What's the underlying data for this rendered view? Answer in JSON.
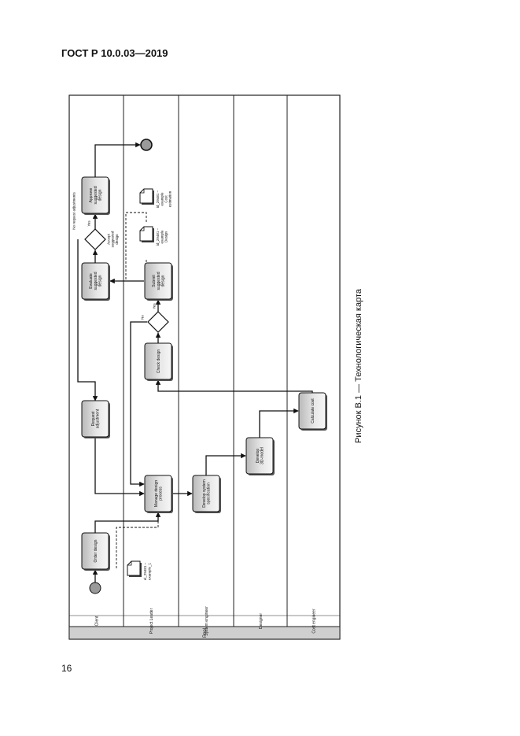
{
  "document": {
    "header": "ГОСТ Р 10.0.03—2019",
    "page_number": "16",
    "figure_caption": "Рисунок В.1 — Технологическая карта"
  },
  "diagram": {
    "pool_label": "Pool",
    "lanes": [
      {
        "id": "client",
        "label": "Client"
      },
      {
        "id": "leader",
        "label": "Project Leader"
      },
      {
        "id": "sys",
        "label": "System engineer"
      },
      {
        "id": "designer",
        "label": "Designer"
      },
      {
        "id": "cost",
        "label": "Cost engineer"
      }
    ],
    "tasks": [
      {
        "id": "order",
        "lines": [
          "Order design"
        ]
      },
      {
        "id": "request",
        "lines": [
          "Request",
          "adjustment"
        ]
      },
      {
        "id": "evaluate",
        "lines": [
          "Evaluate",
          "suggested",
          "design"
        ]
      },
      {
        "id": "approve",
        "lines": [
          "Approve",
          "suggested",
          "design"
        ]
      },
      {
        "id": "manage",
        "lines": [
          "Manage design",
          "process"
        ]
      },
      {
        "id": "check",
        "lines": [
          "Check design"
        ]
      },
      {
        "id": "submit",
        "lines": [
          "Submit",
          "suggested",
          "design"
        ]
      },
      {
        "id": "spec",
        "lines": [
          "Develop system",
          "specification"
        ]
      },
      {
        "id": "model",
        "lines": [
          "Develop",
          "3D-model"
        ]
      },
      {
        "id": "calc",
        "lines": [
          "Calculate cost"
        ]
      }
    ],
    "gateways": [
      {
        "id": "accept",
        "lines": [
          "Accept",
          "suggested",
          "design"
        ]
      },
      {
        "id": "checkgw",
        "lines": []
      }
    ],
    "data_objects": [
      {
        "id": "d1",
        "lines": [
          "el_29481 –",
          "example_1"
        ]
      },
      {
        "id": "d2",
        "lines": [
          "id_29481 –",
          "example",
          "Design"
        ]
      },
      {
        "id": "d3",
        "lines": [
          "id_29481 –",
          "example",
          "Cost",
          "estimation"
        ]
      }
    ],
    "flow_labels": {
      "no_adjustments": "No request adjustments",
      "yes_accept": "Yes",
      "yes_check": "Yes",
      "no_check": "No"
    }
  }
}
